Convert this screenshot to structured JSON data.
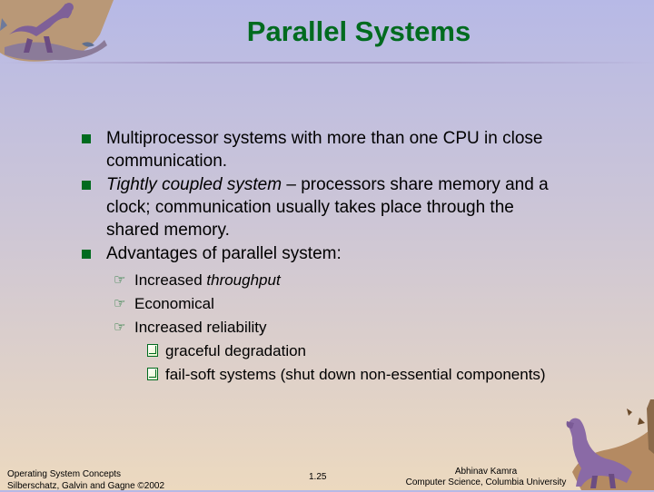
{
  "slide": {
    "title": "Parallel Systems",
    "bullets": [
      {
        "text_lines": [
          "Multiprocessor systems with more than one CPU in close",
          "communication."
        ]
      },
      {
        "lead_italic": "Tightly coupled system",
        "text_after_first": " – processors share memory and a",
        "text_lines_more": [
          "clock; communication usually takes place through the",
          "shared memory."
        ]
      },
      {
        "text_lines": [
          "Advantages of parallel system:"
        ]
      }
    ],
    "sub_bullets": [
      {
        "text": "Increased ",
        "italic": "throughput"
      },
      {
        "text": "Economical"
      },
      {
        "text": "Increased reliability"
      }
    ],
    "sub_sub_bullets": [
      {
        "text": "graceful degradation"
      },
      {
        "text": "fail-soft systems (shut down non-essential components)"
      }
    ]
  },
  "footer": {
    "left_line1": "Operating System Concepts",
    "left_line2": "Silberschatz, Galvin and  Gagne ©2002",
    "center": "1.25",
    "right_line1": "Abhinav Kamra",
    "right_line2": "Computer Science, Columbia University"
  },
  "colors": {
    "title": "#006b1f",
    "bullet_mark": "#006b1f"
  },
  "icons": {
    "bullet_level1": "green-square",
    "bullet_level2": "pointing-hand",
    "bullet_level3": "checkbox"
  }
}
